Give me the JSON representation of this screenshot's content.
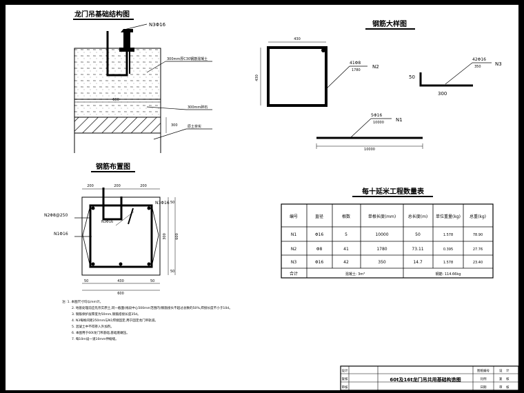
{
  "titles": {
    "foundation": "龙门吊基础结构图",
    "rebar_detail": "钢筋大样图",
    "rebar_layout": "钢筋布置图",
    "quantity_table": "每十延米工程数量表"
  },
  "foundation": {
    "rebar_label": "N3Φ16",
    "concrete_note": "300mm厚C30钢筋混凝土",
    "gravel_note": "300mm碎石",
    "soil_note": "原土夯实",
    "dim_600": "600",
    "dim_300": "300"
  },
  "rebar_detail": {
    "stirrup_label": "41Φ8",
    "stirrup_len": "1780",
    "stirrup_id": "N2",
    "stirrup_w": "430",
    "stirrup_h": "430",
    "l_label": "42Φ16",
    "l_len": "350",
    "l_id": "N3",
    "l_v": "50",
    "l_h": "300",
    "long_label": "5Φ16",
    "long_len": "10000",
    "long_id": "N1",
    "long_dim": "10000"
  },
  "layout": {
    "top_dims": [
      "200",
      "200",
      "200"
    ],
    "n2_label": "N2Φ8@250",
    "n1_label": "N1Φ16",
    "n3_label": "N3Φ16",
    "inner_label": "N3Φ16",
    "right_dims": [
      "50",
      "300",
      "50"
    ],
    "right_total": "600",
    "bottom_dims": [
      "50",
      "430",
      "50"
    ],
    "bottom_total": "600"
  },
  "table": {
    "headers": [
      "编号",
      "直径",
      "根数",
      "单根长度(mm)",
      "总长度(m)",
      "单位重量(kg)",
      "总重(kg)"
    ],
    "rows": [
      [
        "N1",
        "Φ16",
        "5",
        "10000",
        "50",
        "1.578",
        "78.90"
      ],
      [
        "N2",
        "Φ8",
        "41",
        "1780",
        "73.11",
        "0.395",
        "27.76"
      ],
      [
        "N3",
        "Φ16",
        "42",
        "350",
        "14.7",
        "1.578",
        "23.40"
      ]
    ],
    "total_label": "合计",
    "total_concrete": "混凝土: 3m³",
    "total_steel": "钢筋: 114.66kg"
  },
  "notes": [
    "注: 1. 本图尺寸均以mm计。",
    "2. 地基处理前应先夯实原土,同一截面(线段中心500mm范围内)钢筋接头不超过总数的50%,焊接长度不小于10d。",
    "3. 钢筋保护层厚度为50mm,钢筋搭接长度35d。",
    "4. N3每根间距250mm与N1焊接固定,用于固定龙门吊轨道。",
    "5. 混凝土中不得掺入外加剂。",
    "6. 本图用于60t龙门吊基础,基础底碾压。",
    "7. 每10m设一道10mm伸缩缝。"
  ],
  "title_block": {
    "drawing_title": "60t及16t龙门吊共用基础构造图",
    "row1": [
      "设",
      "计",
      "图纸编号"
    ],
    "row2": [
      "复",
      "核",
      "比例"
    ],
    "row3": [
      "审",
      "核",
      "日期"
    ],
    "col_labels": [
      "设计",
      "复核",
      "审核"
    ]
  }
}
